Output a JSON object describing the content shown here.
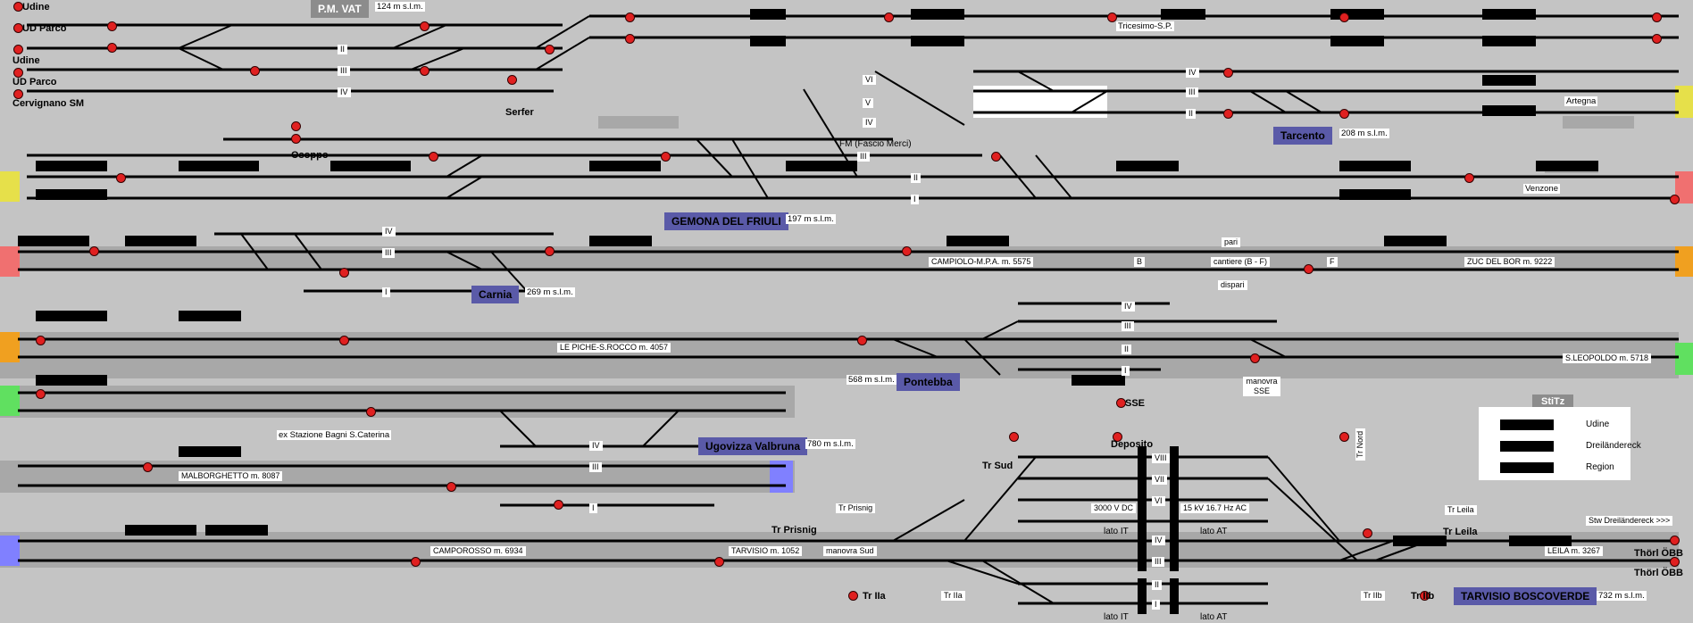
{
  "colors": {
    "background": "#c4c4c4",
    "track": "#000000",
    "gray_zone": "#a8a8a8",
    "station_blue": "#5a5aa8",
    "signal_red": "#e02020",
    "edge_yellow": "#e6e04a",
    "edge_red": "#f07070",
    "edge_orange": "#f0a020",
    "edge_green": "#60e060",
    "edge_blue": "#8080ff"
  },
  "left_destinations": [
    "Udine",
    "UD Parco",
    "Udine",
    "UD Parco",
    "Cervignano SM"
  ],
  "places": {
    "pmvat": "P.M. VAT",
    "pmvat_alt": "124 m s.l.m.",
    "serfer": "Serfer",
    "osoppo": "Osoppo",
    "fm": "FM (Fascio Merci)",
    "tricesimo": "Tricesimo-S.P.",
    "artegna": "Artegna",
    "tarcento": "Tarcento",
    "tarcento_alt": "208 m s.l.m.",
    "venzone": "Venzone",
    "gemona": "GEMONA DEL FRIULI",
    "gemona_alt": "197 m s.l.m.",
    "carnia": "Carnia",
    "carnia_alt": "269 m s.l.m.",
    "campiolo": "CAMPIOLO-M.P.A. m. 5575",
    "zuc": "ZUC DEL BOR m. 9222",
    "pari": "pari",
    "dispari": "dispari",
    "cantiere": "cantiere (B - F)",
    "b": "B",
    "f": "F",
    "lepiche": "LE PICHE-S.ROCCO m. 4057",
    "pontebba": "Pontebba",
    "pontebba_alt": "568 m s.l.m.",
    "sleopoldo": "S.LEOPOLDO m. 5718",
    "manovra_sse": "manovra SSE",
    "sse": "SSE",
    "bagni": "ex Stazione Bagni S.Caterina",
    "ugovizza": "Ugovizza Valbruna",
    "ugovizza_alt": "780 m s.l.m.",
    "malborghetto": "MALBORGHETTO m. 8087",
    "camporosso": "CAMPOROSSO m. 6934",
    "tarvisio_km": "TARVISIO m. 1052",
    "manovra_sud": "manovra Sud",
    "tr_prisnig": "Tr Prisnig",
    "tr_prisnig2": "Tr Prisnig",
    "tr_sud": "Tr Sud",
    "deposito": "Deposito",
    "tr_nord": "Tr Nord",
    "vdc": "3000 V DC",
    "ac": "15 kV 16.7 Hz AC",
    "lato_it": "lato IT",
    "lato_at": "lato AT",
    "lato_it2": "lato IT",
    "lato_at2": "lato AT",
    "tr_leila": "Tr Leila",
    "tr_leila2": "Tr Leila",
    "stw": "Stw Dreiländereck >>>",
    "leila_km": "LEILA m. 3267",
    "thorl1": "Thörl ÖBB",
    "thorl2": "Thörl ÖBB",
    "tr_iia": "Tr IIa",
    "tr_iia2": "Tr IIa",
    "tr_iib": "Tr IIb",
    "tr_iib2": "Tr IIb",
    "boscoverde": "TARVISIO BOSCOVERDE",
    "boscoverde_alt": "732 m s.l.m."
  },
  "track_labels": {
    "t_i": "I",
    "t_ii": "II",
    "t_iii": "III",
    "t_iv": "IV",
    "t_v": "V",
    "t_vi": "VI",
    "t_vii": "VII",
    "t_viii": "VIII"
  },
  "legend": {
    "title": "StiTz",
    "items": [
      "Udine",
      "Dreiländereck",
      "Region"
    ]
  }
}
